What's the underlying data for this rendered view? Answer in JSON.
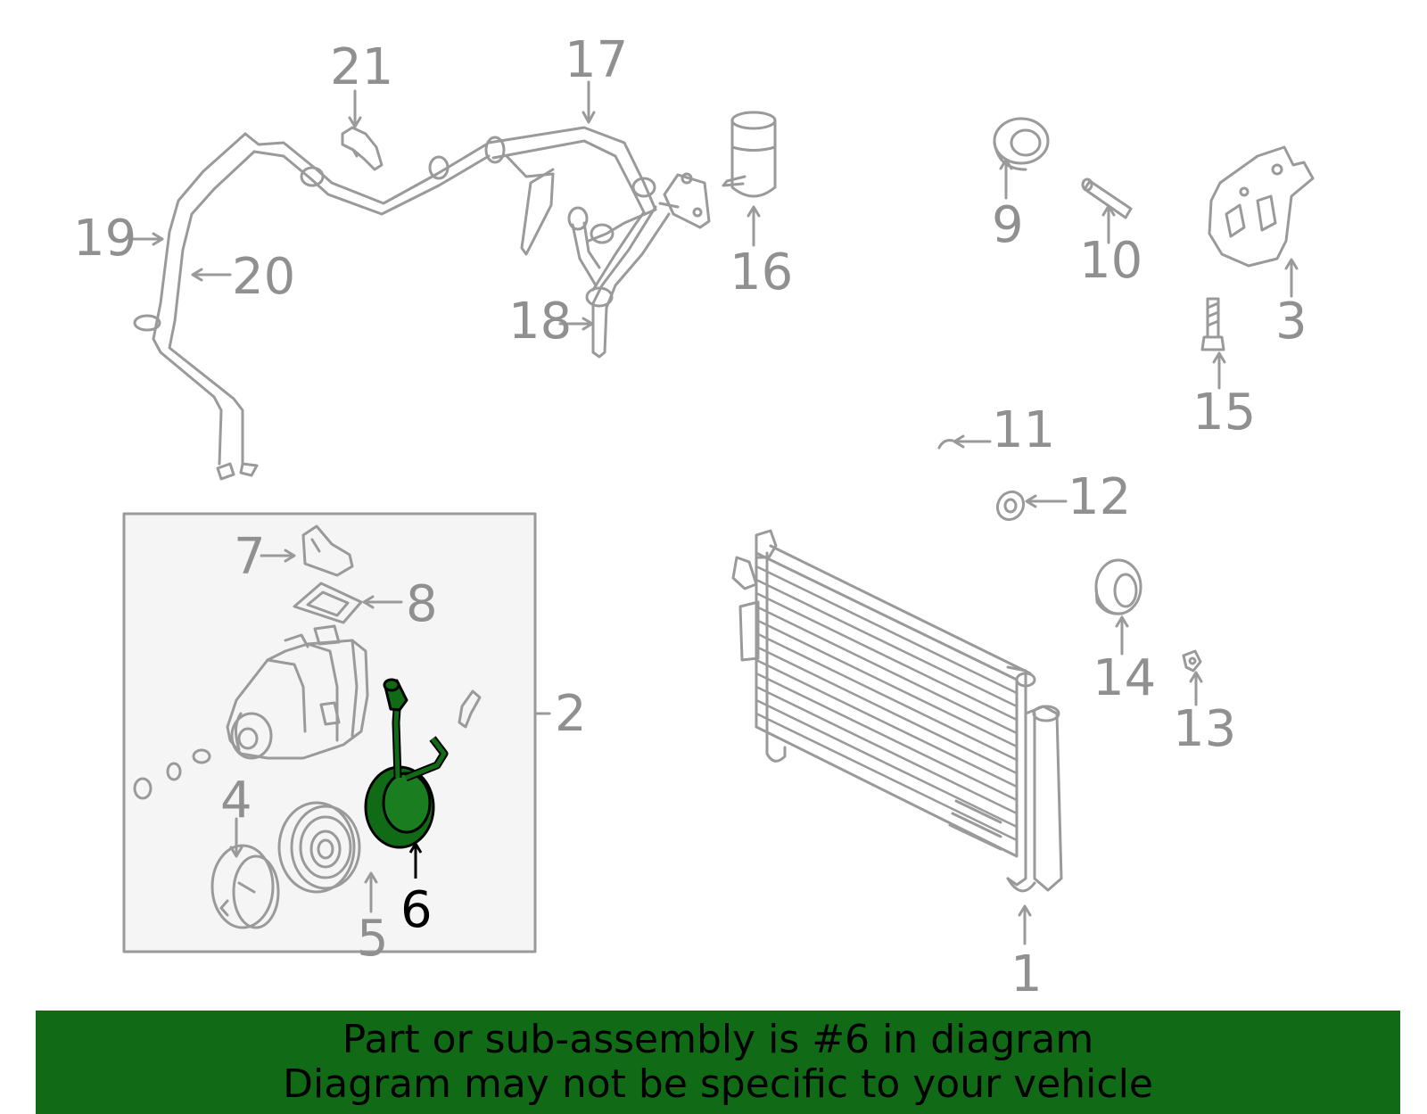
{
  "diagram": {
    "highlight_callout": "6",
    "highlight_color": "#116b16",
    "part_color": "#9a9a9a",
    "callouts": {
      "c1": "1",
      "c2": "2",
      "c3": "3",
      "c4": "4",
      "c5": "5",
      "c6": "6",
      "c7": "7",
      "c8": "8",
      "c9": "9",
      "c10": "10",
      "c11": "11",
      "c12": "12",
      "c13": "13",
      "c14": "14",
      "c15": "15",
      "c16": "16",
      "c17": "17",
      "c18": "18",
      "c19": "19",
      "c20": "20",
      "c21": "21"
    }
  },
  "banner": {
    "line1": "Part or sub-assembly is #6 in diagram",
    "line2": "Diagram may not be specific to your vehicle",
    "background": "#116b16"
  }
}
